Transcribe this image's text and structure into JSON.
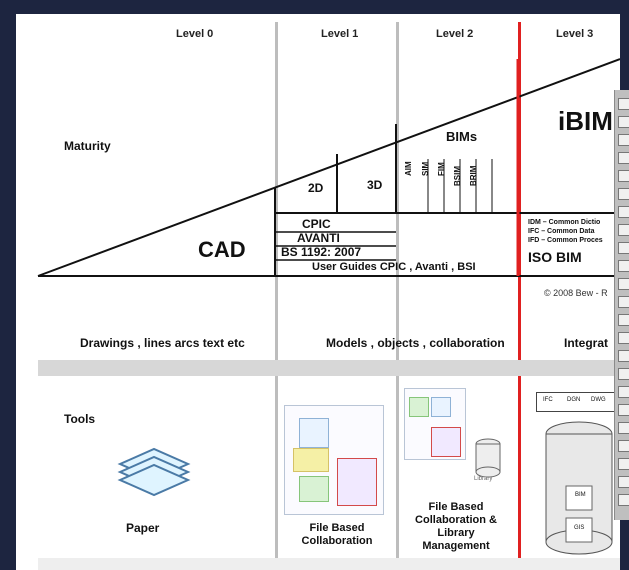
{
  "levels": [
    "Level 0",
    "Level 1",
    "Level 2",
    "Level 3"
  ],
  "labels": {
    "maturity": "Maturity",
    "cad": "CAD",
    "two_d": "2D",
    "three_d": "3D",
    "bims": "BIMs",
    "ibim": "iBIM",
    "vertical_terms": [
      "AIM",
      "SIM",
      "FIM",
      "BSIM",
      "BRIM"
    ],
    "standards": {
      "cpic": "CPIC",
      "avanti": "AVANTI",
      "bs1192": "BS 1192: 2007",
      "user_guides": "User Guides CPIC , Avanti , BSI",
      "idm": "IDM – Common Dictio",
      "ifc": "IFC – Common Data",
      "ifd": "IFD – Common Proces",
      "isobim": "ISO BIM"
    },
    "copyright": "© 2008 Bew - R"
  },
  "descriptions": {
    "level0": "Drawings , lines arcs text etc",
    "level12": "Models , objects , collaboration",
    "level3": "Integrat"
  },
  "tools": {
    "tools_label": "Tools",
    "paper_label": "Paper",
    "l1_label": "File Based Collaboration",
    "l2_label": "File Based Collaboration & Library Management",
    "library_label": "Library",
    "l3_boxes": [
      "IFC",
      "DGN",
      "DWG"
    ],
    "l3_labels": [
      "BIM",
      "GIS"
    ]
  }
}
